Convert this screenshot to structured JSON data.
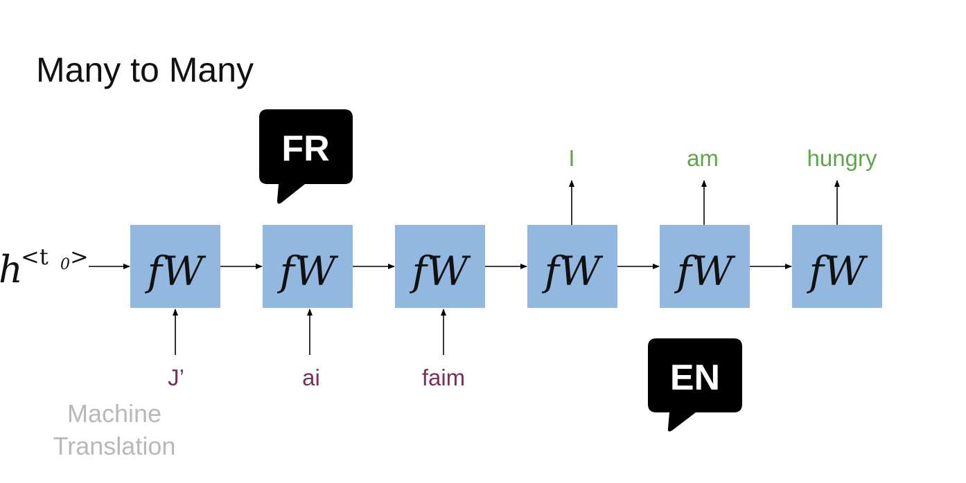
{
  "title": "Many to Many",
  "caption": {
    "line1": "Machine",
    "line2": "Translation"
  },
  "initial_state": {
    "base": "h",
    "superscript": "<t",
    "subscript": "0",
    "superscript_end": ">"
  },
  "cell_label": "fW",
  "inputs": [
    "J’",
    "ai",
    "faim"
  ],
  "outputs": [
    "I",
    "am",
    "hungry"
  ],
  "bubbles": {
    "source": "FR",
    "target": "EN"
  },
  "colors": {
    "cell_fill": "#93b8e0",
    "input_text": "#7b2d5d",
    "output_text": "#5fa64a",
    "bubble_fill": "#000000",
    "bubble_text": "#ffffff",
    "caption_text": "#b8b8b8"
  }
}
